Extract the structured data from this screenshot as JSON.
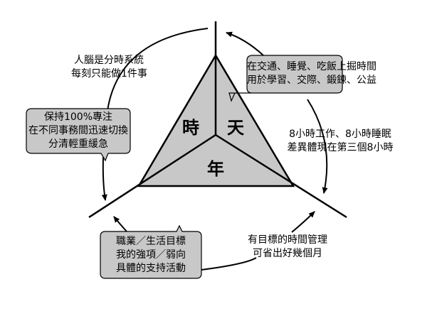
{
  "center": {
    "top_left": "時",
    "top_right": "天",
    "bottom": "年"
  },
  "notes": {
    "brain": [
      "人腦是分時系統",
      "每刻只能做1件事"
    ],
    "daily": [
      "在交通、睡覺、吃飯上掘時間",
      "用於學習、交際、鍛鍊、公益"
    ],
    "focus": [
      "保持100%專注",
      "在不同事務間迅速切換",
      "分清輕重緩急"
    ],
    "eight_hours": [
      "8小時工作、8小時睡眠",
      "差異體現在第三個8小時"
    ],
    "goals": [
      "職業／生活目標",
      "我的強項／弱向",
      "具體的支持活動"
    ],
    "managed": [
      "有目標的時間管理",
      "可省出好幾個月"
    ]
  },
  "colors": {
    "fill": "#c8c8c8",
    "stroke": "#000000"
  }
}
